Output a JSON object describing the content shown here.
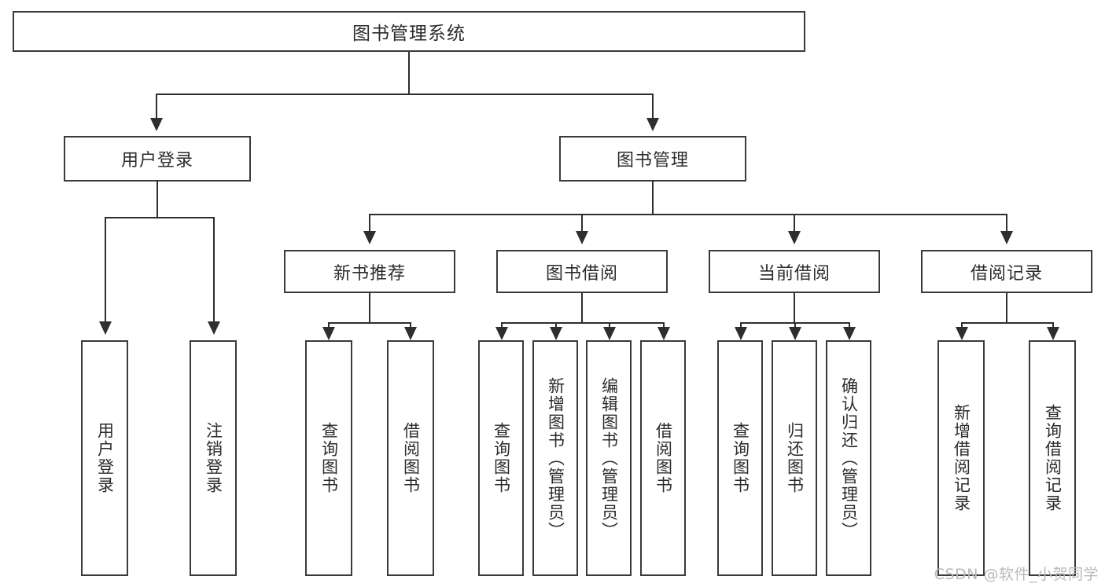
{
  "diagram": {
    "title": "图书管理系统",
    "type": "functional-structure-tree",
    "root": {
      "label": "图书管理系统"
    },
    "level2": [
      {
        "id": "user-login",
        "label": "用户登录"
      },
      {
        "id": "book-management",
        "label": "图书管理"
      }
    ],
    "level3": [
      {
        "id": "new-book-recommend",
        "label": "新书推荐",
        "parent": "book-management"
      },
      {
        "id": "book-borrow",
        "label": "图书借阅",
        "parent": "book-management"
      },
      {
        "id": "current-borrow",
        "label": "当前借阅",
        "parent": "book-management"
      },
      {
        "id": "borrow-record",
        "label": "借阅记录",
        "parent": "book-management"
      }
    ],
    "leaves": [
      {
        "id": "leaf-user-login",
        "label": "用户登录",
        "parent": "user-login"
      },
      {
        "id": "leaf-logout-login",
        "label": "注销登录",
        "parent": "user-login"
      },
      {
        "id": "leaf-query-book-1",
        "label": "查询图书",
        "parent": "new-book-recommend"
      },
      {
        "id": "leaf-borrow-book-1",
        "label": "借阅图书",
        "parent": "new-book-recommend"
      },
      {
        "id": "leaf-query-book-2",
        "label": "查询图书",
        "parent": "book-borrow"
      },
      {
        "id": "leaf-add-book",
        "label": "新增图书（管理员）",
        "parent": "book-borrow"
      },
      {
        "id": "leaf-edit-book",
        "label": "编辑图书（管理员）",
        "parent": "book-borrow"
      },
      {
        "id": "leaf-borrow-book-2",
        "label": "借阅图书",
        "parent": "book-borrow"
      },
      {
        "id": "leaf-query-book-3",
        "label": "查询图书",
        "parent": "current-borrow"
      },
      {
        "id": "leaf-return-book",
        "label": "归还图书",
        "parent": "current-borrow"
      },
      {
        "id": "leaf-confirm-return",
        "label": "确认归还（管理员）",
        "parent": "current-borrow"
      },
      {
        "id": "leaf-add-record",
        "label": "新增借阅记录",
        "parent": "borrow-record"
      },
      {
        "id": "leaf-query-record",
        "label": "查询借阅记录",
        "parent": "borrow-record"
      }
    ],
    "watermark": "CSDN @软件_小贺同学",
    "colors": {
      "box_border": "#3a3a3a",
      "line": "#2e2e2e",
      "text": "#2b2b2b",
      "background": "#ffffff",
      "watermark": "#b9b9b9"
    }
  }
}
